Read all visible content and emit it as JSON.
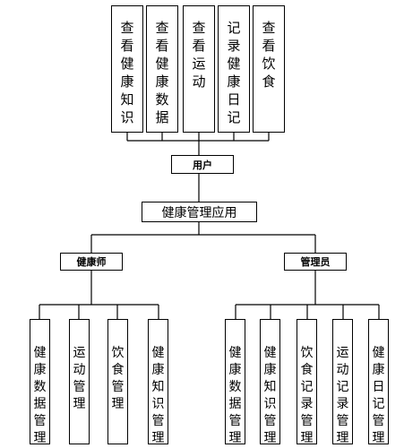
{
  "user_functions": [
    "查看健康知识",
    "查看健康数据",
    "查看运动",
    "记录健康日记",
    "查看饮食"
  ],
  "user_label": "用户",
  "app_label": "健康管理应用",
  "health_coach_label": "健康师",
  "admin_label": "管理员",
  "coach_functions": [
    "健康数据管理",
    "运动管理",
    "饮食管理",
    "健康知识管理"
  ],
  "admin_functions": [
    "健康数据管理",
    "健康知识管理",
    "饮食记录管理",
    "运动记录管理",
    "健康日记管理"
  ]
}
